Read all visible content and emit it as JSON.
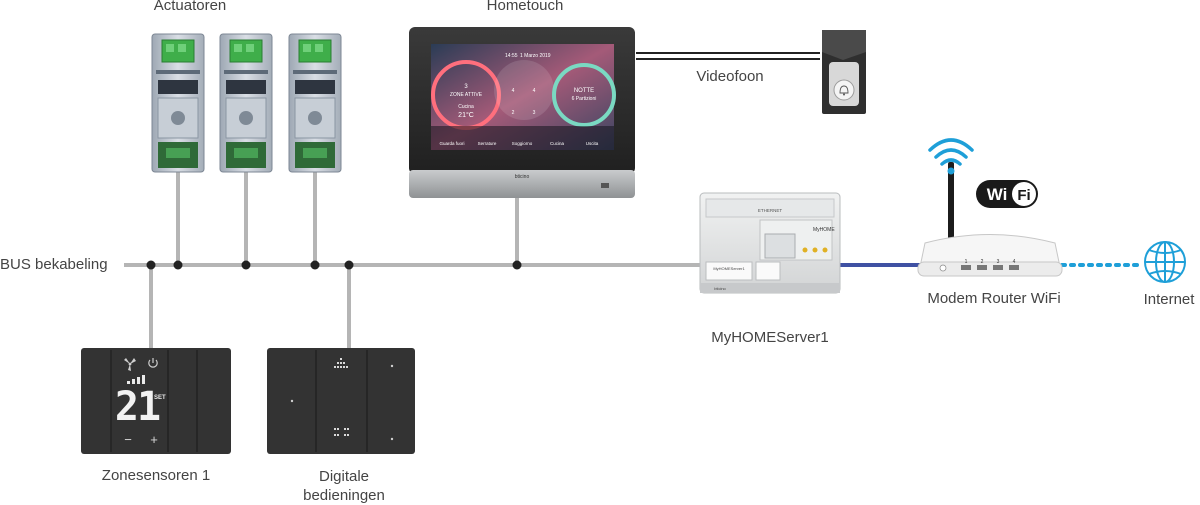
{
  "labels": {
    "actuators": "Actuatoren",
    "hometouch": "Hometouch",
    "videophone": "Videofoon",
    "bus": "BUS bekabeling",
    "server": "MyHOMEServer1",
    "modem": "Modem Router WiFi",
    "internet": "Internet",
    "zone_sensors": "Zonesensoren 1",
    "digital_controls_1": "Digitale",
    "digital_controls_2": "bedieningen"
  },
  "wifi_badge": {
    "part1": "Wi",
    "part2": "Fi"
  },
  "hometouch_screen": {
    "time": "14:55",
    "date": "1 Marzo 2019",
    "left_tile": {
      "count": "3",
      "title": "ZONE ATTIVE",
      "room": "Cucina",
      "temp": "21°C"
    },
    "right_tile": {
      "title": "NOTTE",
      "sub": "6 Partizioni"
    },
    "mid_values": [
      "4",
      "4",
      "2",
      "3"
    ],
    "nav": [
      "Guarda fuori",
      "Serrature",
      "Soggiorno",
      "Cucina",
      "Uscita"
    ],
    "brand": "bticino"
  },
  "server_device": {
    "top_text": "ETHERNET",
    "brand_text": "MyHOME",
    "label_text": "MyHOMEServer1",
    "logo": "bticino"
  },
  "thermostat_display": {
    "value": "21",
    "set_label": "SET",
    "minus": "−",
    "plus": "+"
  },
  "router_ports": [
    "1",
    "2",
    "3",
    "4"
  ],
  "colors": {
    "wire": "#b5b5b5",
    "junction": "#222222",
    "router_link": "#3f51a3",
    "internet_link": "#1e9fd8",
    "wifi_accent": "#1e9fd8",
    "panel_dark": "#333333"
  },
  "icons": [
    "wifi-icon",
    "globe-icon",
    "doorbell-icon",
    "power-icon",
    "fan-icon"
  ]
}
